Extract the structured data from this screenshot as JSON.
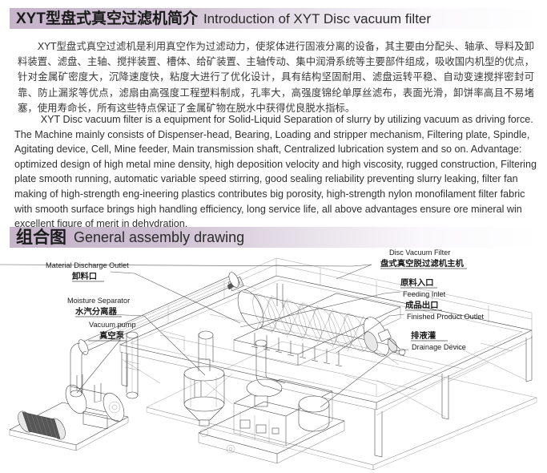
{
  "sections": {
    "intro": {
      "banner_cn": "XYT型盘式真空过滤机简介",
      "banner_en": "Introduction of XYT Disc vacuum filter",
      "paragraph_cn": "XYT型盘式真空过滤机是利用真空作为过滤动力，使浆体进行固液分离的设备，其主要由分配头、轴承、导料及卸料装置、滤盘、主轴、搅拌装置、槽体、给矿装置、主轴传动、集中润滑系统等主要部件组成，吸收国内机型的优点，针对金属矿密度大，沉降速度快，粘度大进行了优化设计，具有结构坚固耐用、滤盘运转平稳、自动变速搅拌密封可靠、防止漏浆等优点，滤扇由高强度工程塑料制成，孔率大，高强度锦纶单厚丝滤布，表面光滑，卸饼率高且不易堵塞，使用寿命长，所有这些特点保证了金属矿物在脱水中获得优良脱水指标。",
      "paragraph_en": "XYT Disc vacuum filter is a equipment for Solid-Liquid Separation of slurry by utilizing vacuum as driving force. The Machine mainly consists of Dispenser-head, Bearing, Loading and stripper mechanism, Filtering plate, Spindle, Agitating device, Cell, Mine feeder, Main transmission shaft, Centralized lubrication system and so on. Advantage: optimized design of high metal mine density, high deposition velocity and high viscosity, rugged construction, Filtering plate smooth running, automatic variable speed stirring, good sealing reliability preventing slurry leaking, filter fan making of high-strength eng-ineering plastics contributes big porosity, high-strength nylon monofilament filter fabric with smooth surface brings high handling efficiency,  long service life, all above advantages ensure ore mineral win excellent figure of merit in dehydration."
    },
    "assembly": {
      "banner_cn": "组合图",
      "banner_en": "General assembly drawing",
      "callouts": [
        {
          "id": "material-discharge-outlet",
          "line_en": "Material Discharge Outlet",
          "line_cn": "卸料口",
          "side": "left"
        },
        {
          "id": "moisture-separator",
          "line_en": "Moisture Separator",
          "line_cn": "水汽分离器",
          "side": "left"
        },
        {
          "id": "vacuum-pump",
          "line_en": "Vacuum pump",
          "line_cn": "真空泵",
          "side": "left"
        },
        {
          "id": "disc-vacuum-filter",
          "line_en": "Disc Vacuum Filter",
          "line_cn": "盘式真空脱过滤机主机",
          "side": "right"
        },
        {
          "id": "feeding-inlet",
          "line_cn": "原料入口",
          "line_en": "Feeding Inlet",
          "side": "right"
        },
        {
          "id": "finished-product-outlet",
          "line_cn": "成品出口",
          "line_en": "Finished Product Outlet",
          "side": "right"
        },
        {
          "id": "drainage-device",
          "line_cn": "排液灌",
          "line_en": "Drainage Device",
          "side": "right"
        }
      ]
    }
  },
  "colors": {
    "banner_start": "#c6b4ca",
    "banner_end": "#ffffff",
    "text": "#231f20",
    "line_art": "#3c3c3c"
  }
}
